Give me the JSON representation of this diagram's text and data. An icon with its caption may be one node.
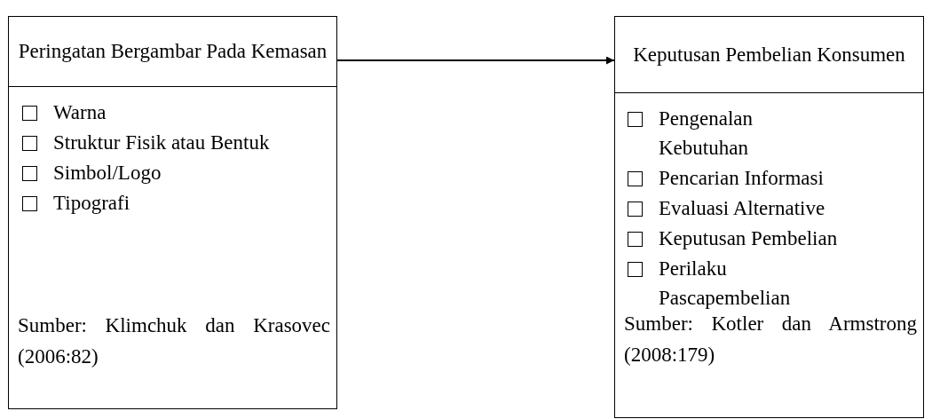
{
  "diagram": {
    "nodes": [
      {
        "text": [
          "Peringatan Bergambar Pada Kemasan"
        ]
      },
      {
        "text": [
          "Warna",
          "Struktur Fisik atau Bentuk",
          "Simbol/Logo",
          "Tipografi",
          "Sumber: Klimchuk dan Krasovec (2006:82)"
        ]
      },
      {
        "text": [
          "Keputusan Pembelian Konsumen"
        ]
      },
      {
        "text": [
          "Pengenalan Kebutuhan",
          "Pencarian Informasi",
          "Evaluasi Alternative",
          "Keputusan Pembelian",
          "Perilaku Pascapembelian",
          "Sumber: Kotler dan Armstrong (2008:179)"
        ]
      }
    ],
    "edges": [
      {
        "from": 0,
        "to": 2,
        "arrow": "to"
      }
    ]
  }
}
